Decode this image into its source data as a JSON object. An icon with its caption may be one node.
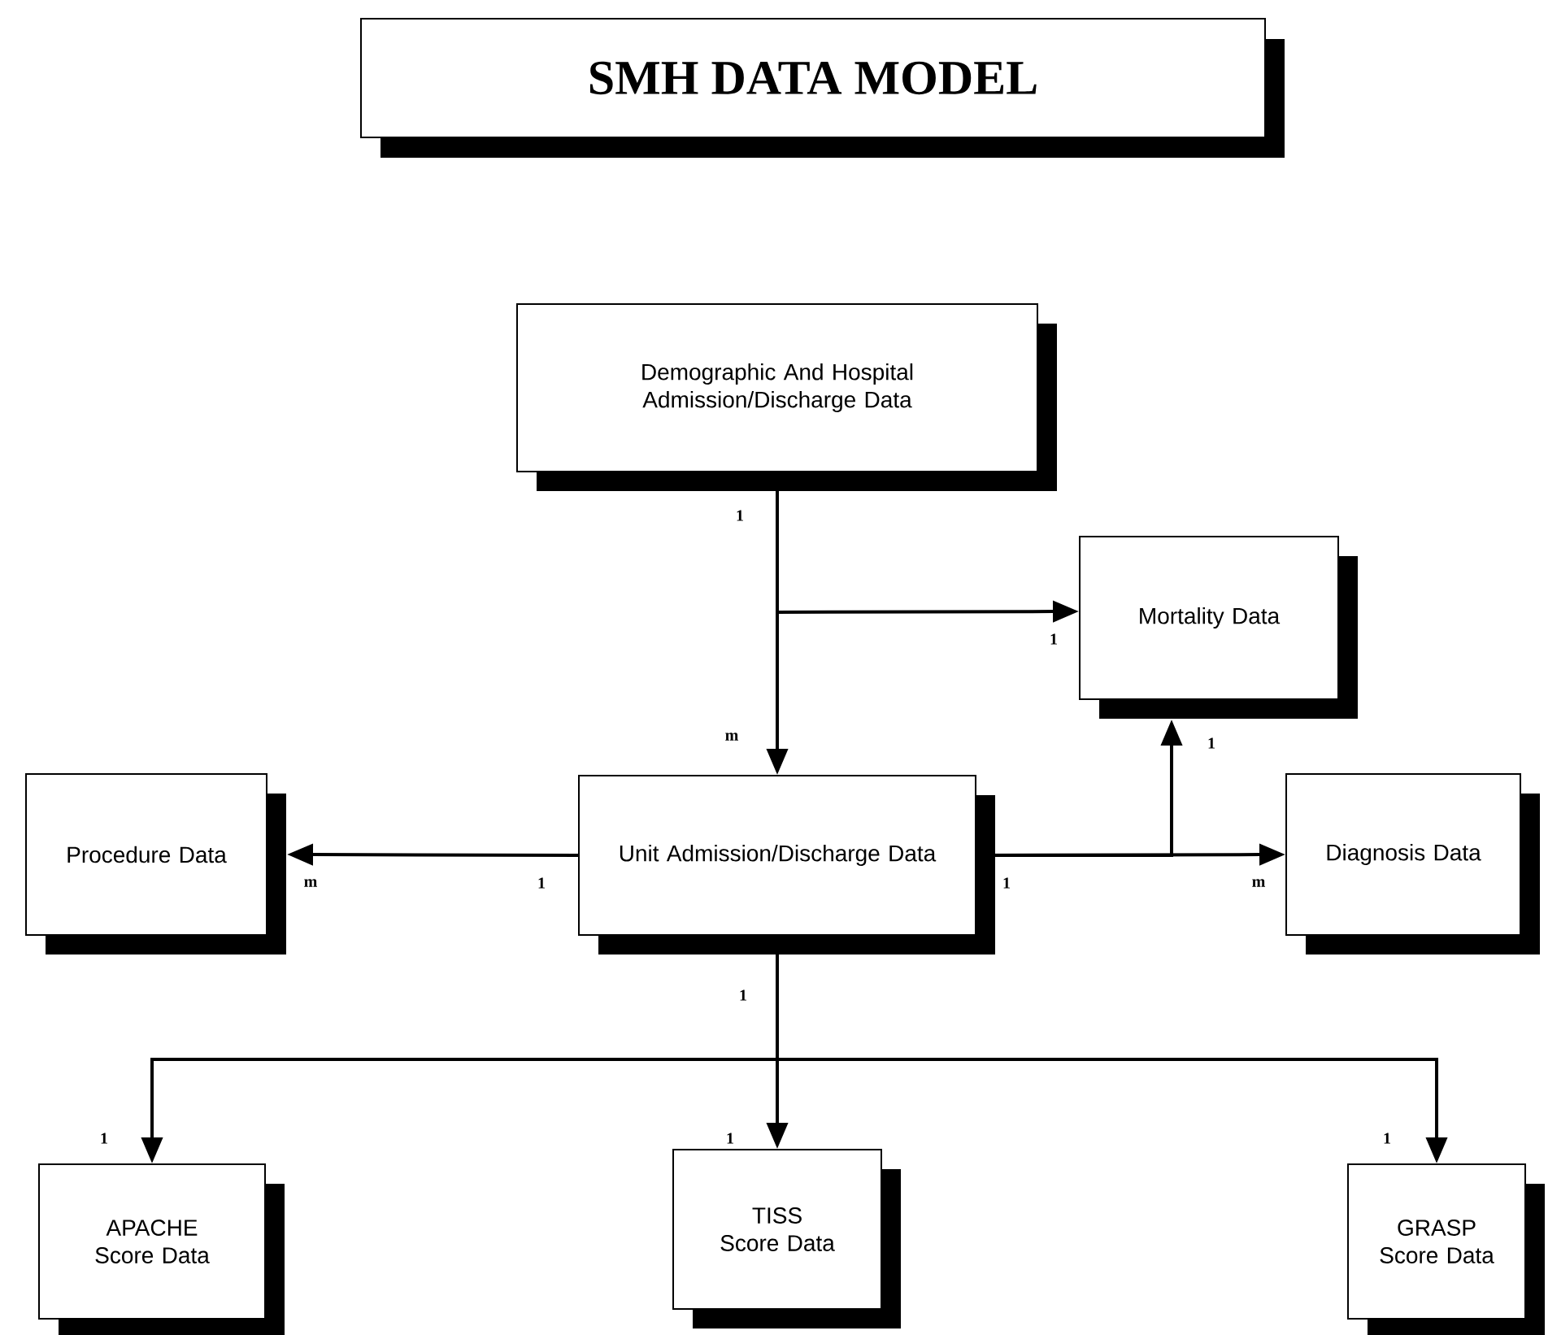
{
  "diagram": {
    "title": "SMH DATA MODEL",
    "nodes": [
      {
        "text": [
          "Demographic And Hospital Admission/Discharge Data"
        ]
      },
      {
        "text": [
          "Mortality Data"
        ]
      },
      {
        "text": [
          "Procedure Data"
        ]
      },
      {
        "text": [
          "Unit Admission/Discharge Data"
        ]
      },
      {
        "text": [
          "Diagnosis Data"
        ]
      },
      {
        "text": [
          "APACHE Score Data"
        ]
      },
      {
        "text": [
          "TISS Score Data"
        ]
      },
      {
        "text": [
          "GRASP Score Data"
        ]
      }
    ],
    "edges": [
      {
        "from": 0,
        "to": 3,
        "arrow": "to"
      },
      {
        "from": 0,
        "to": 1,
        "arrow": "to"
      },
      {
        "from": 3,
        "to": 2,
        "arrow": "to"
      },
      {
        "from": 3,
        "to": 4,
        "arrow": "to"
      },
      {
        "from": 3,
        "to": 1,
        "arrow": "to"
      },
      {
        "from": 3,
        "to": 5,
        "arrow": "to"
      },
      {
        "from": 3,
        "to": 6,
        "arrow": "to"
      },
      {
        "from": 3,
        "to": 7,
        "arrow": "to"
      }
    ],
    "labels": [
      "1",
      "1",
      "m",
      "1",
      "m",
      "1",
      "1",
      "m",
      "1",
      "1",
      "1",
      "1"
    ]
  }
}
